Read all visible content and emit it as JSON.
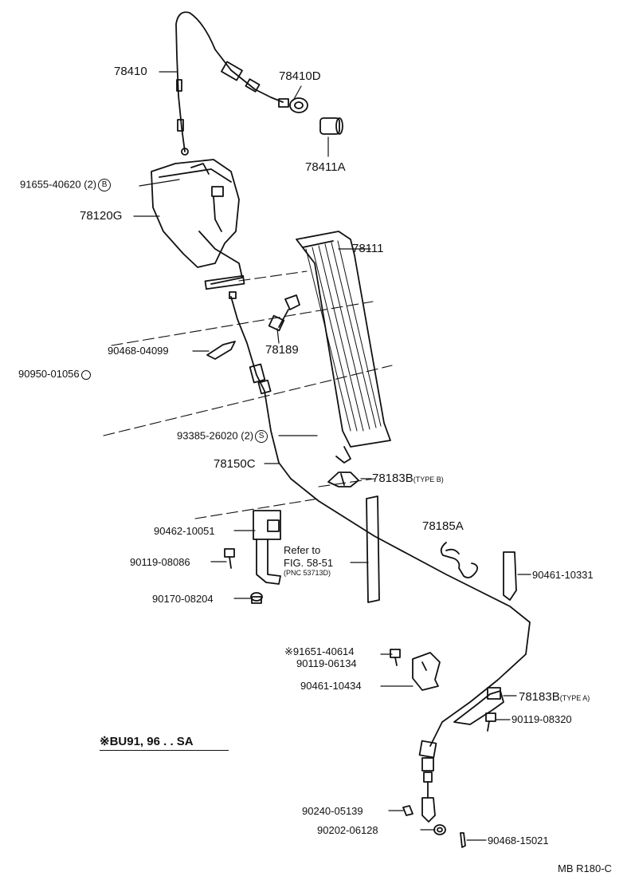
{
  "labels": {
    "p78410": "78410",
    "p78410D": "78410D",
    "p78411A": "78411A",
    "p91655": "91655-40620 (2)",
    "b_marker": "B",
    "p78120G": "78120G",
    "p78111": "78111",
    "p90468_04099": "90468-04099",
    "p78189": "78189",
    "p90950": "90950-01056",
    "p93385": "93385-26020 (2)",
    "s_marker": "S",
    "p78150C": "78150C",
    "p78183B_typeB": "78183B",
    "typeB": "(TYPE B)",
    "p90462": "90462-10051",
    "p78185A": "78185A",
    "refer1": "Refer to",
    "refer2": "FIG. 58-51",
    "refer3": "(PNC 53713D)",
    "p90119_08086": "90119-08086",
    "p90461_10331": "90461-10331",
    "p90170": "90170-08204",
    "p91651": "※91651-40614",
    "p90119_06134": "90119-06134",
    "p90461_10434": "90461-10434",
    "p78183B_typeA": "78183B",
    "typeA": "(TYPE A)",
    "p90119_08320": "90119-08320",
    "note": "※BU91, 96 . . SA",
    "p90240": "90240-05139",
    "p90202": "90202-06128",
    "p90468_15021": "90468-15021",
    "figcode": "MB R180-C"
  }
}
